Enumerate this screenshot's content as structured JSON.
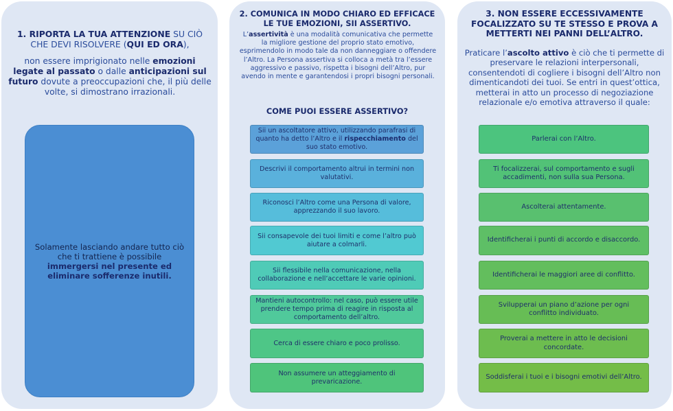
{
  "col1": {
    "line1_bold": "1. RIPORTA LA TUA ATTENZIONE",
    "line1_rest": " SU CIÒ CHE DEVI RISOLVERE (",
    "line1_bold2": "QUI ED ORA",
    "line1_end": "),",
    "p_a": "non essere imprigionato nelle ",
    "p_b": "emozioni legate al passato",
    "p_c": " o dalle ",
    "p_d": "anticipazioni sul futuro",
    "p_e": " dovute a preoccupazioni che, il più delle volte, si dimostrano irrazionali.",
    "box_a": "Solamente lasciando andare tutto ciò che ti trattiene è possibile ",
    "box_b": "immergersi nel presente ed eliminare sofferenze inutili."
  },
  "col2": {
    "title": "2. COMUNICA IN MODO CHIARO ED EFFICACE LE TUE EMOZIONI, SII ASSERTIVO.",
    "intro_a": "L’",
    "intro_b": "assertività",
    "intro_c": " è una modalità comunicativa che permette la migliore gestione del proprio stato emotivo, esprimendolo in modo tale da non danneggiare o offendere l’Altro. La Persona assertiva si colloca a metà tra l’essere aggressivo e passivo, rispetta i bisogni dell’Altro, pur avendo in mente e garantendosi i propri bisogni personali.",
    "subtitle": "COME PUOI ESSERE ASSERTIVO?",
    "b1_a": "Sii un ascoltatore attivo, utilizzando parafrasi di quanto ha detto l’Altro e il ",
    "b1_b": "rispecchiamento",
    "b1_c": " del suo stato emotivo.",
    "b2": "Descrivi il comportamento altrui in termini non valutativi.",
    "b3": "Riconosci l’Altro come una Persona di valore, apprezzando il suo lavoro.",
    "b4": "Sii consapevole dei tuoi limiti e come l’altro può aiutare a colmarli.",
    "b5": "Sii flessibile nella comunicazione, nella collaborazione e nell’accettare le varie opinioni.",
    "b6": "Mantieni autocontrollo: nel caso, può essere utile prendere tempo prima di reagire in risposta al comportamento dell’altro.",
    "b7": "Cerca di essere chiaro e poco prolisso.",
    "b8": "Non assumere un atteggiamento di prevaricazione."
  },
  "col3": {
    "title": "3. NON ESSERE ECCESSIVAMENTE FOCALIZZATO SU TE STESSO E PROVA A METTERTI NEI PANNI DELL’ALTRO.",
    "intro_a": "Praticare l’",
    "intro_b": "ascolto attivo",
    "intro_c": " è ciò che ti permette di preservare le relazioni interpersonali, consentendoti di cogliere i bisogni dell’Altro non dimenticandoti dei tuoi. Se entri in quest’ottica, metterai in atto un processo di negoziazione relazionale e/o emotiva attraverso il quale:",
    "b1": "Parlerai con l’Altro.",
    "b2": "Ti focalizzerai, sul comportamento e sugli accadimenti, non sulla sua Persona.",
    "b3": "Ascolterai attentamente.",
    "b4": "Identificherai i punti di accordo e disaccordo.",
    "b5": "Identificherai le maggiori aree di conflitto.",
    "b6": "Svilupperai un piano d’azione per ogni conflitto individuato.",
    "b7": "Proverai a mettere in atto le decisioni concordate.",
    "b8": "Soddisferai i tuoi e i bisogni emotivi dell’Altro."
  },
  "colors": {
    "panel_bg": "#dfe7f4",
    "navy": "#1a2a6c",
    "big_box": "#4b8ed3"
  }
}
